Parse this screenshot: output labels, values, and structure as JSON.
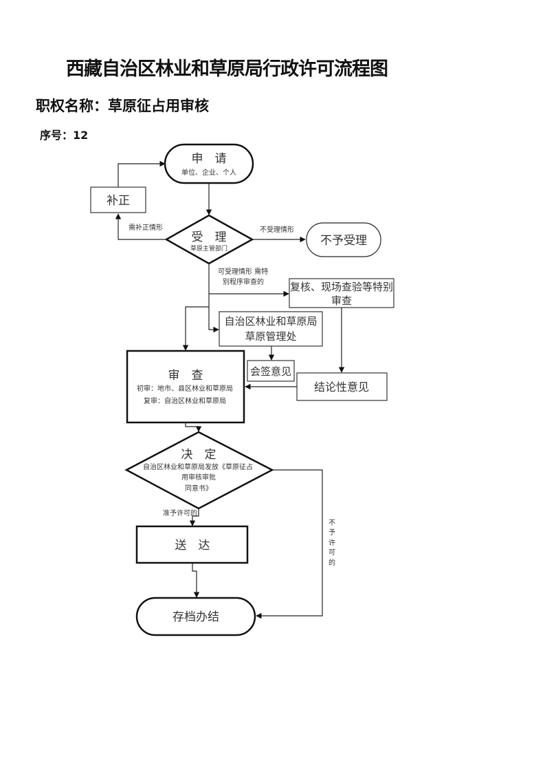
{
  "header": {
    "title": "西藏自治区林业和草原局行政许可流程图",
    "authority_name": "职权名称：草原征占用审核",
    "serial_number": "序号：12"
  },
  "nodes": {
    "apply": {
      "label": "申　请",
      "sub": "单位、企业、个人"
    },
    "correction": {
      "label": "补正"
    },
    "accept": {
      "label": "受　理",
      "sub": "草原主管部门"
    },
    "reject_accept": {
      "label": "不予受理"
    },
    "special_review": {
      "label_line1": "复核、现场查验等特别",
      "label_line2": "审查"
    },
    "grassland_office": {
      "label_line1": "自治区林业和草原局",
      "label_line2": "草原管理处"
    },
    "countersign": {
      "label": "会签意见"
    },
    "conclusion": {
      "label": "结论性意见"
    },
    "review": {
      "label": "审　查",
      "sub_line1": "初审：地市、县区林业和草原局",
      "sub_line2": "复审：自治区林业和草原局"
    },
    "decision": {
      "label": "决　定",
      "sub_line1": "自治区林业和草原局发放《草原征占",
      "sub_line2": "用审核审批",
      "sub_line3": "同意书》"
    },
    "delivery": {
      "label": "送　达"
    },
    "archive": {
      "label": "存档办结"
    }
  },
  "edges": {
    "need_correction": "需补正情形",
    "not_accepted": "不受理情形",
    "acceptable_line1": "可受理情形  需特",
    "acceptable_line2": "别程序审查的",
    "permitted": "准予许可的",
    "not_permitted": [
      "不",
      "予",
      "许",
      "可",
      "的"
    ]
  }
}
